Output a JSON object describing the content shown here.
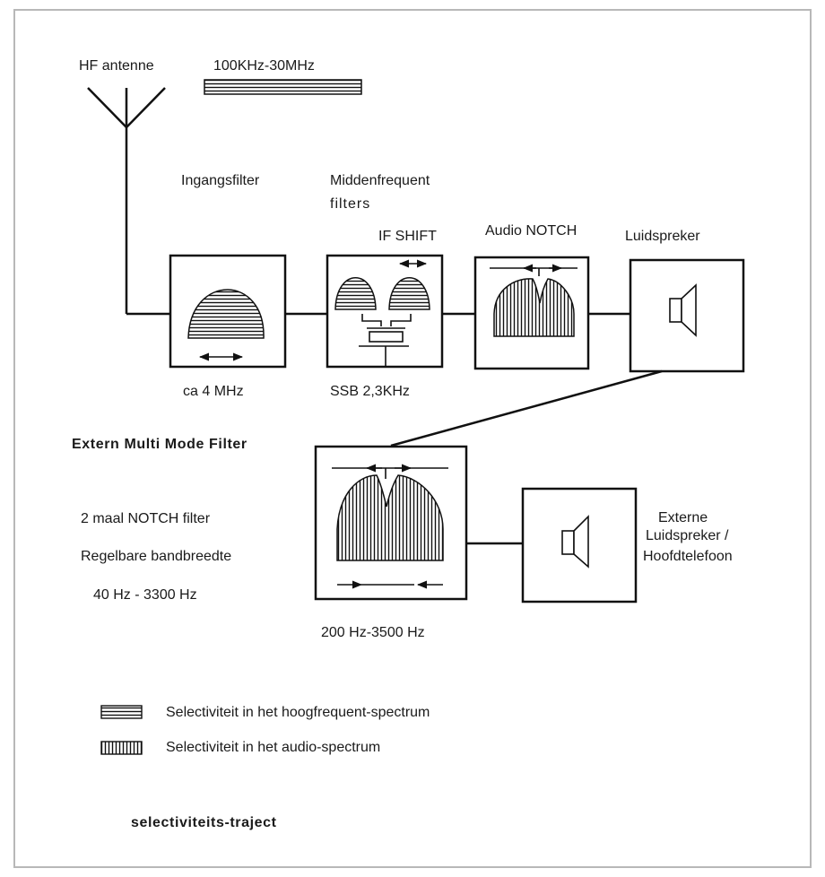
{
  "labels": {
    "antenna": "HF antenne",
    "band": "100KHz-30MHz",
    "input_filter": "Ingangsfilter",
    "if_filters_line1": "Middenfrequent",
    "if_filters_line2": "filters",
    "if_shift": "IF SHIFT",
    "audio_notch": "Audio NOTCH",
    "speaker": "Luidspreker",
    "input_bw": "ca 4 MHz",
    "ssb_bw": "SSB 2,3KHz",
    "external_filter": "Extern Multi Mode Filter",
    "notch_feature": "2 maal NOTCH filter",
    "bw_feature": "Regelbare bandbreedte",
    "bw_range": "40 Hz - 3300 Hz",
    "ext_range": "200 Hz-3500 Hz",
    "ext_speaker_line1": "Externe",
    "ext_speaker_line2": "Luidspreker /",
    "ext_speaker_line3": "Hoofdtelefoon"
  },
  "legend": [
    {
      "text": "Selectiviteit in het hoogfrequent-spectrum",
      "pattern": "horizontal-hatch"
    },
    {
      "text": "Selectiviteit in het audio-spectrum",
      "pattern": "vertical-hatch"
    }
  ],
  "caption": "selectiviteits-traject",
  "icons": [
    "antenna-icon",
    "speaker-icon"
  ],
  "colors": {
    "ink": "#111111",
    "frame": "#b8b8b8",
    "background": "#ffffff"
  }
}
